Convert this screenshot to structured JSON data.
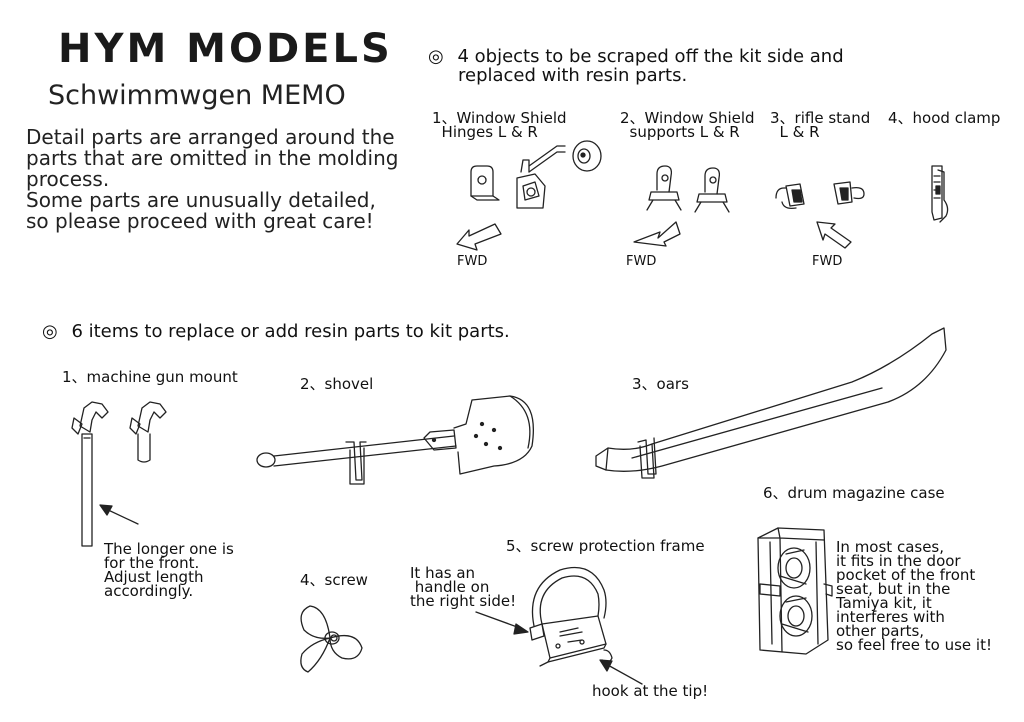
{
  "header": {
    "brand": "HYM MODELS",
    "subtitle": "Schwimmwgen  MEMO",
    "intro_lines": [
      "Detail parts are arranged around the",
      "parts that are omitted in the molding",
      "process.",
      "Some parts are unusually detailed,",
      "so please proceed with great care!"
    ]
  },
  "section1": {
    "heading_mark": "◎",
    "heading_lines": [
      "4 objects to be scraped off the kit side and",
      "replaced with resin parts."
    ],
    "items": [
      {
        "lines": [
          "1、Window Shield",
          "  Hinges L & R"
        ],
        "icon": "window-shield-hinges"
      },
      {
        "lines": [
          "2、Window Shield",
          "  supports L & R"
        ],
        "icon": "window-shield-supports"
      },
      {
        "lines": [
          "3、rifle stand",
          "  L & R"
        ],
        "icon": "rifle-stand"
      },
      {
        "lines": [
          "4、hood clamp"
        ],
        "icon": "hood-clamp"
      }
    ],
    "fwd_label": "FWD"
  },
  "section2": {
    "heading_mark": "◎",
    "heading": "6 items to replace or add resin parts to kit parts.",
    "items": {
      "machine_gun_mount": {
        "label": "1、machine gun mount",
        "note_lines": [
          "The longer one is",
          "for the front.",
          "Adjust length",
          "accordingly."
        ]
      },
      "shovel": {
        "label": "2、shovel"
      },
      "oars": {
        "label": "3、oars"
      },
      "screw": {
        "label": "4、screw"
      },
      "screw_protection_frame": {
        "label": "5、screw protection frame",
        "note_handle_lines": [
          "It has an",
          " handle on",
          "the right side!"
        ],
        "note_hook": "hook at the tip!"
      },
      "drum_magazine_case": {
        "label": "6、drum magazine case",
        "note_lines": [
          "In most cases,",
          "it fits in the door",
          "pocket of the front",
          "seat, but in the",
          "Tamiya kit, it",
          "interferes with",
          "other parts,",
          "so feel free to use it!"
        ]
      }
    }
  },
  "colors": {
    "ink": "#222222",
    "background": "#ffffff"
  }
}
